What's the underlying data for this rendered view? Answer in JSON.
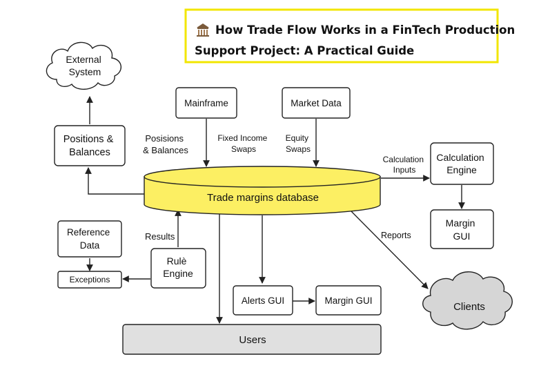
{
  "title": {
    "icon": "bank-icon",
    "line1": "How Trade Flow Works in a FinTech Production",
    "line2": "Support Project: A Practical Guide"
  },
  "colors": {
    "title_border": "#f2e600",
    "database_fill": "#fcef63",
    "clients_fill": "#d6d6d6",
    "users_fill": "#e0e0e0",
    "box_fill": "#ffffff",
    "stroke": "#222222"
  },
  "nodes": {
    "external_system": [
      "External",
      "System"
    ],
    "positions_balances": [
      "Positions &",
      "Balances"
    ],
    "mainframe": "Mainframe",
    "market_data": "Market Data",
    "database": "Trade margins database",
    "calculation_engine": [
      "Calculation",
      "Engine"
    ],
    "margin_gui_right": [
      "Margin",
      "GUI"
    ],
    "reference_data": [
      "Reference",
      "Data"
    ],
    "exceptions": "Exceptions",
    "rule_engine": [
      "Rulè",
      "Engine"
    ],
    "alerts_gui": "Alerts GUI",
    "margin_gui_bottom": "Margin GUI",
    "clients": "Clients",
    "users": "Users"
  },
  "edge_labels": {
    "posisions_balances": [
      "Posisions",
      "& Balances"
    ],
    "fixed_income_swaps": [
      "Fixed Income",
      "Swaps"
    ],
    "equity_swaps": [
      "Equity",
      "Swaps"
    ],
    "calculation_inputs": [
      "Calculation",
      "Inputs"
    ],
    "reports": "Reports",
    "results": "Results"
  }
}
